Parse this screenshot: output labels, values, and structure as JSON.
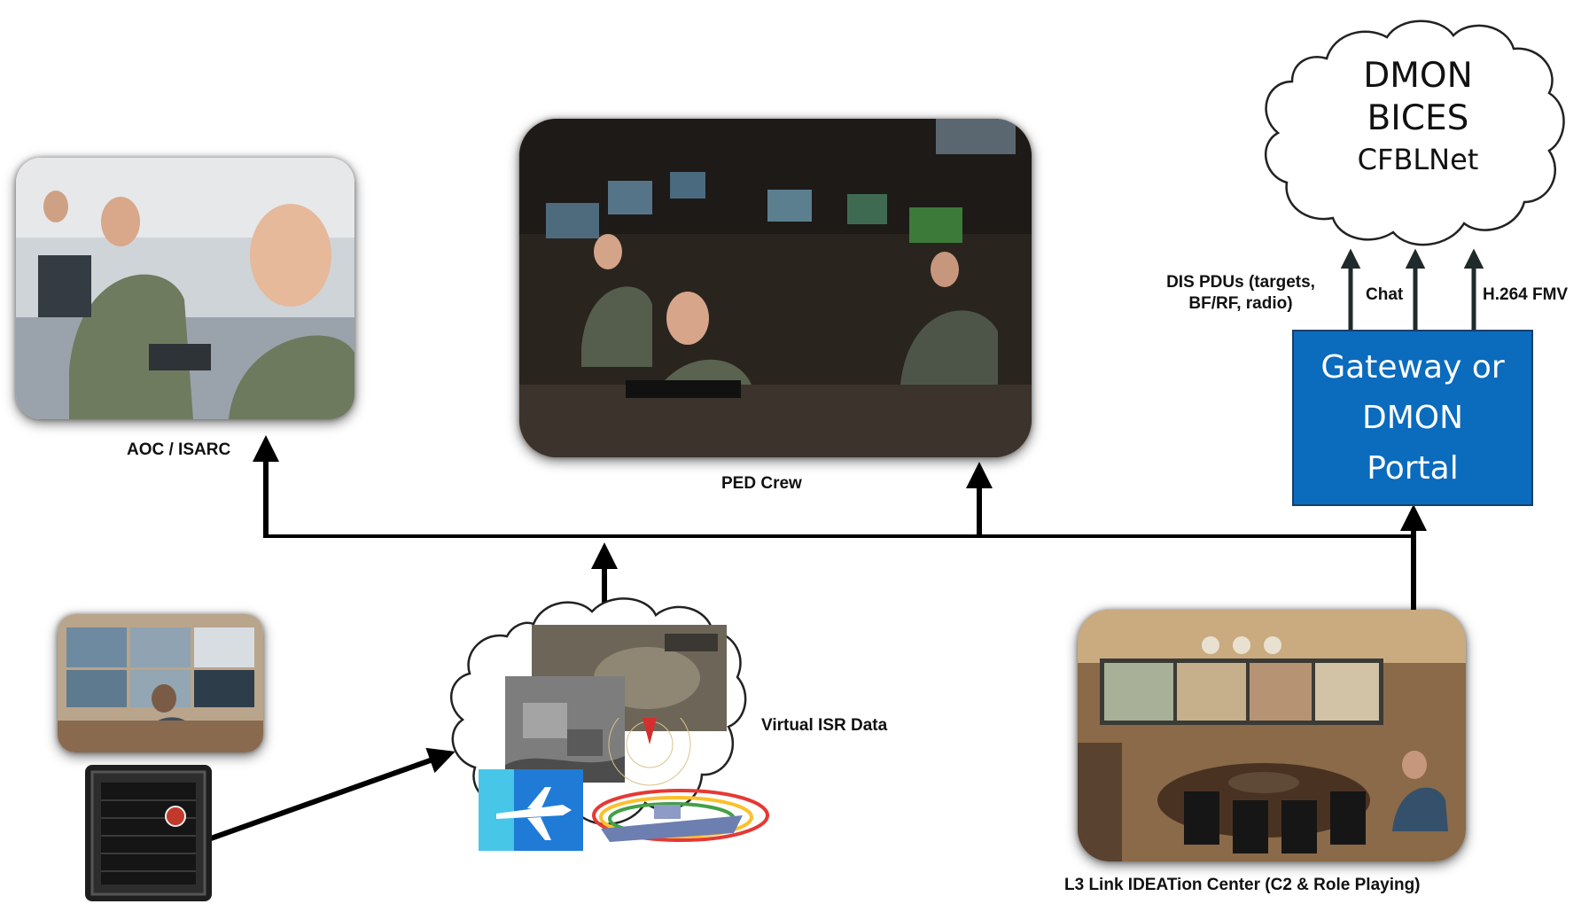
{
  "nodes": {
    "aoc": {
      "label": "AOC / ISARC"
    },
    "ped": {
      "label": "PED Crew"
    },
    "virtual_isr": {
      "label": "Virtual ISR Data"
    },
    "ideation": {
      "label": "L3 Link IDEATion Center (C2 & Role Playing)"
    },
    "gateway": {
      "line1": "Gateway or",
      "line2": "DMON",
      "line3": "Portal"
    },
    "network_cloud": {
      "line1": "DMON",
      "line2": "BICES",
      "line3": "CFBLNet"
    }
  },
  "links": {
    "dis_pdus_line1": "DIS PDUs (targets,",
    "dis_pdus_line2": "BF/RF, radio)",
    "chat": "Chat",
    "fmv": "H.264 FMV"
  },
  "colors": {
    "gateway_fill": "#0b6bbd",
    "arrow": "#000000",
    "cloud_arrow": "#1f2a2a"
  }
}
